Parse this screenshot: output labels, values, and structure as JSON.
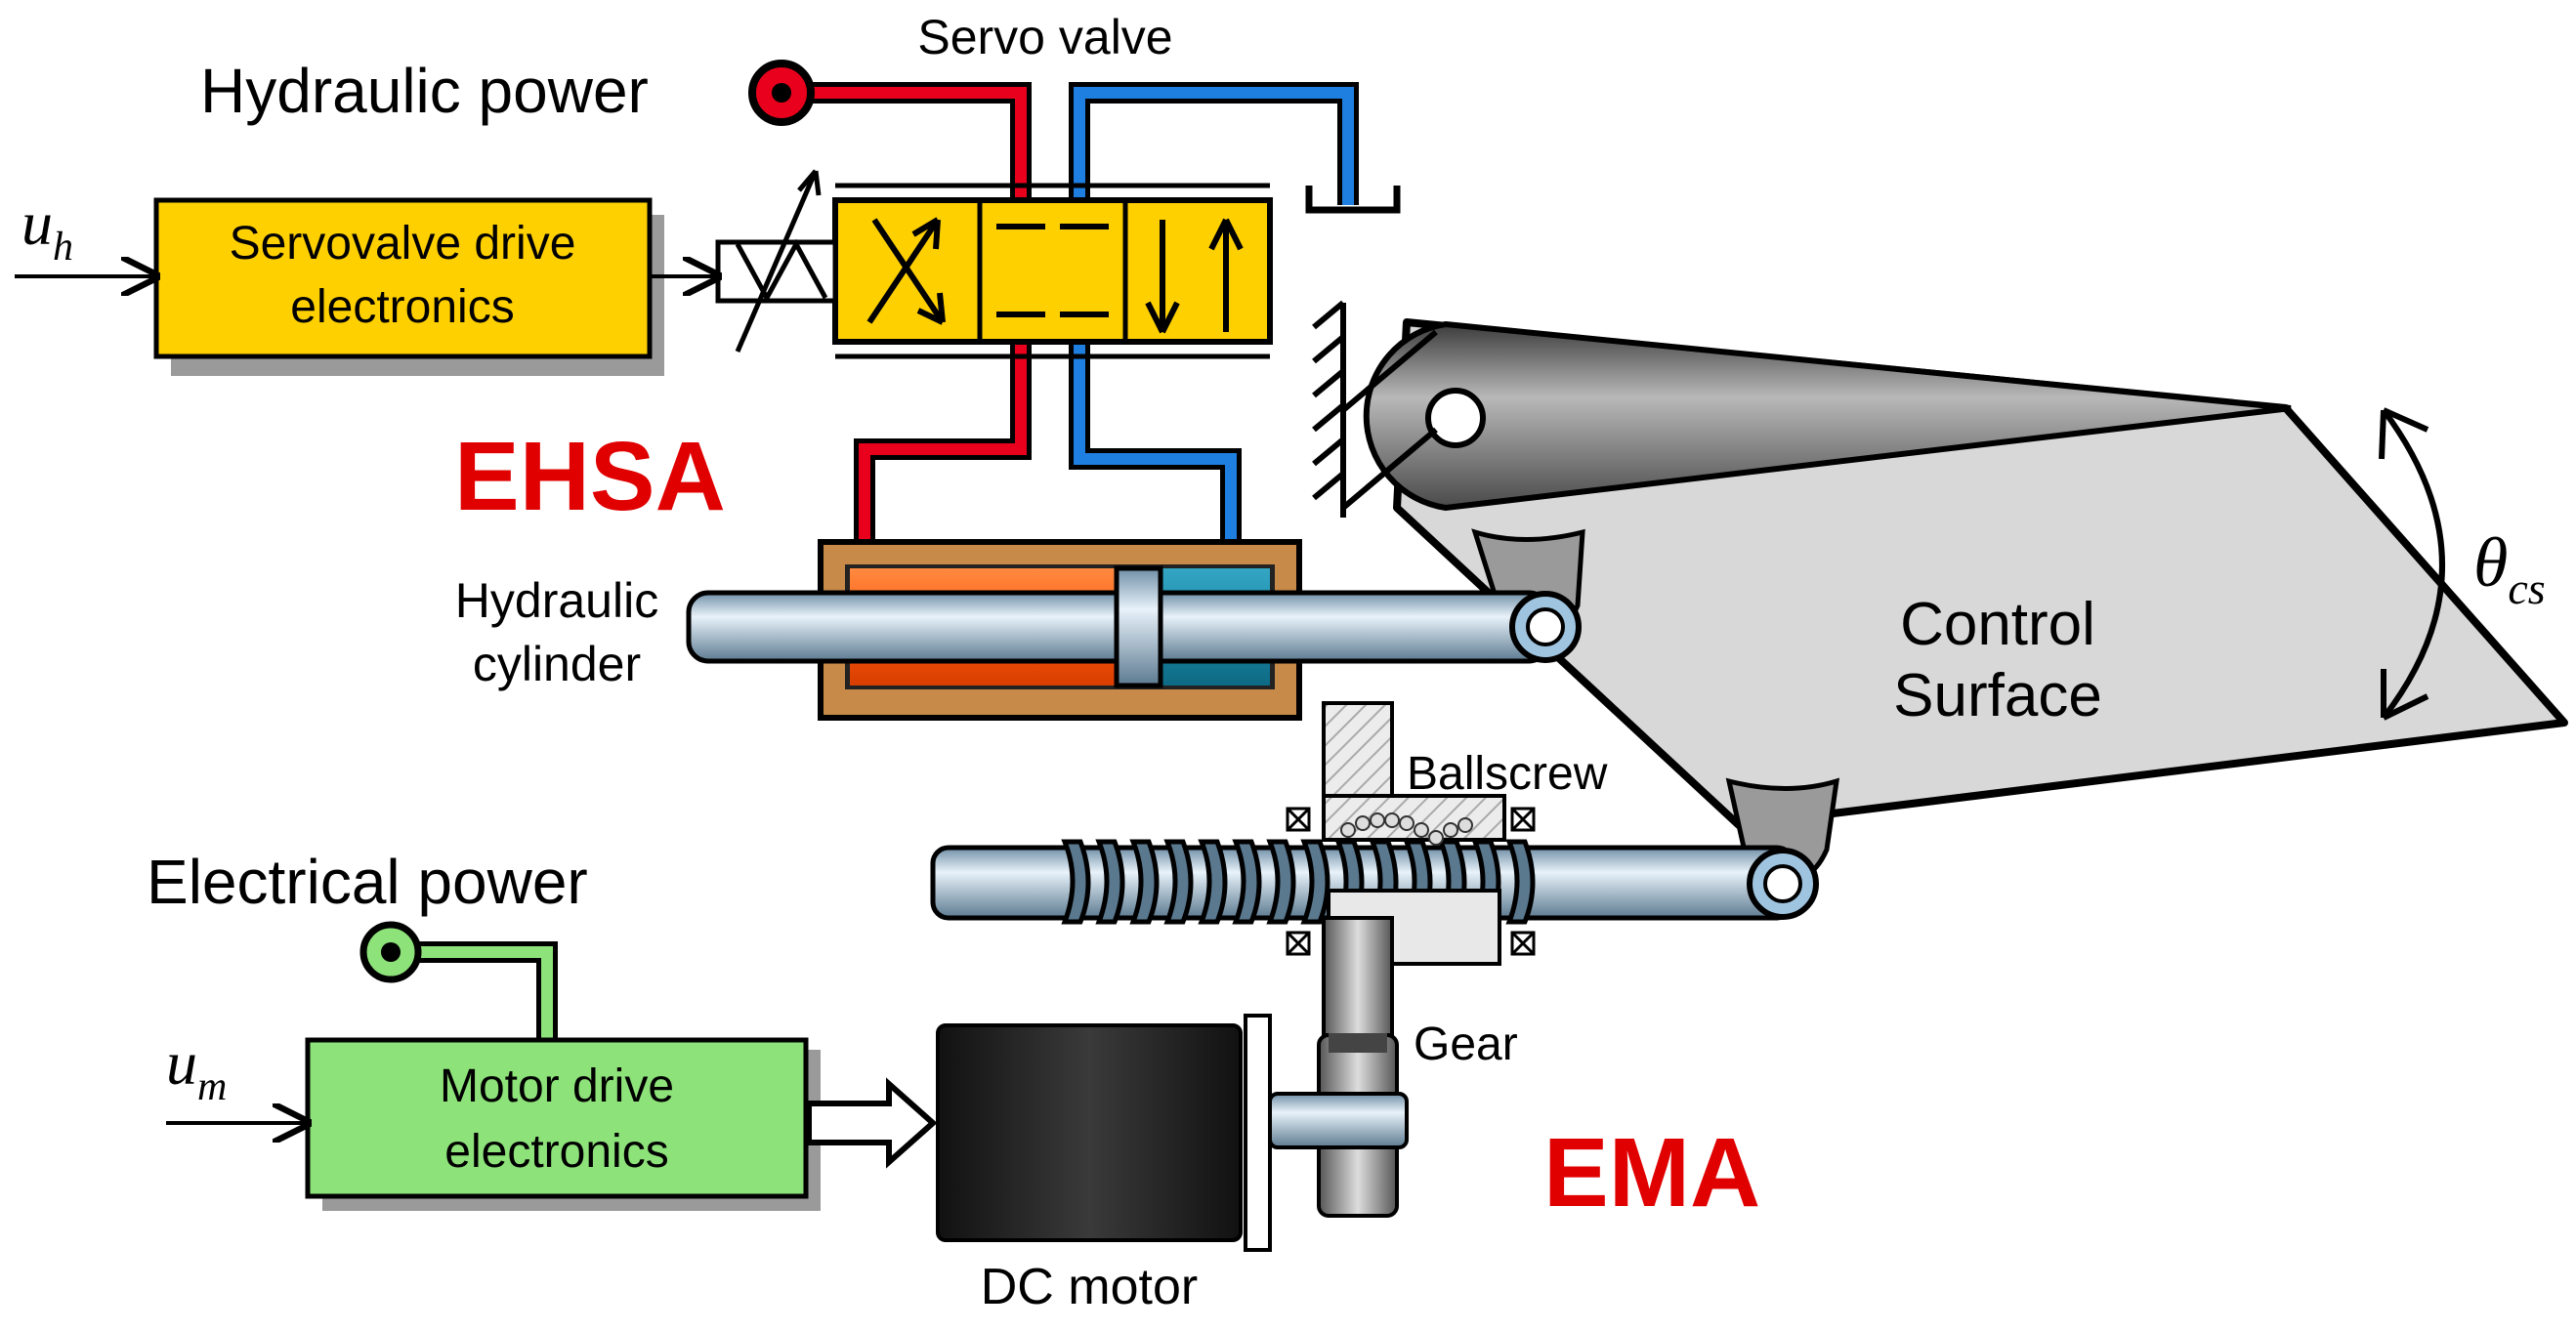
{
  "labels": {
    "hydraulic_power": "Hydraulic power",
    "servo_valve": "Servo valve",
    "servovalve_drive_line1": "Servovalve drive",
    "servovalve_drive_line2": "electronics",
    "ehsa": "EHSA",
    "hydraulic_cylinder_line1": "Hydraulic",
    "hydraulic_cylinder_line2": "cylinder",
    "control_surface_line1": "Control",
    "control_surface_line2": "Surface",
    "ballscrew": "Ballscrew",
    "electrical_power": "Electrical power",
    "motor_drive_line1": "Motor drive",
    "motor_drive_line2": "electronics",
    "gear": "Gear",
    "ema": "EMA",
    "dc_motor": "DC motor"
  },
  "math": {
    "u_h_base": "u",
    "u_h_sub": "h",
    "u_m_base": "u",
    "u_m_sub": "m",
    "theta_base": "θ",
    "theta_sub": "cs"
  },
  "colors": {
    "pressure_line": "#e8001c",
    "return_line": "#1e7fe0",
    "valve_fill": "#ffd000",
    "electrical_line": "#8ee27a",
    "ema_accent": "#e00000"
  }
}
